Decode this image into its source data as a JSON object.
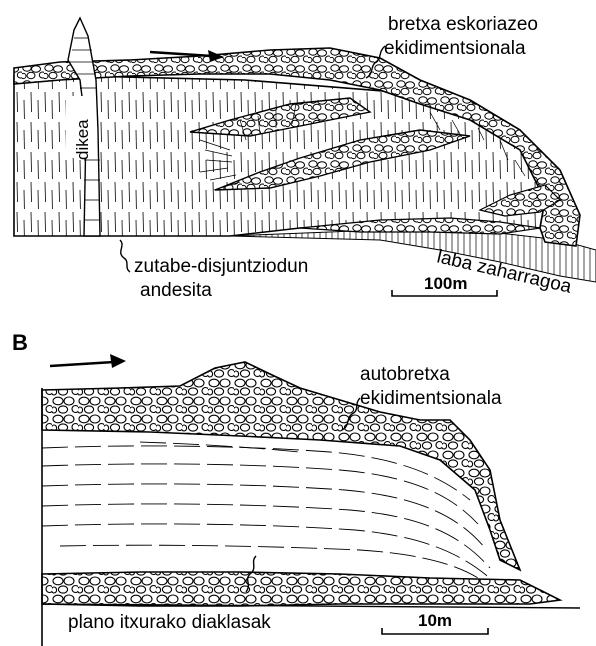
{
  "panel_a": {
    "label_breccia_line1": "bretxa eskoriazeo",
    "label_breccia_line2": "ekidimentsionala",
    "label_dike": "dikea",
    "label_andesite_line1": "zutabe-disjuntziodun",
    "label_andesite_line2": "andesita",
    "label_older_lava": "laba zaharragoa",
    "scale_label": "100m"
  },
  "panel_b": {
    "panel_letter": "B",
    "label_autobreccia_line1": "autobretxa",
    "label_autobreccia_line2": "ekidimentsionala",
    "label_joints": "plano itxurako diaklasak",
    "scale_label": "10m"
  },
  "colors": {
    "ink": "#000000",
    "background": "#ffffff"
  }
}
